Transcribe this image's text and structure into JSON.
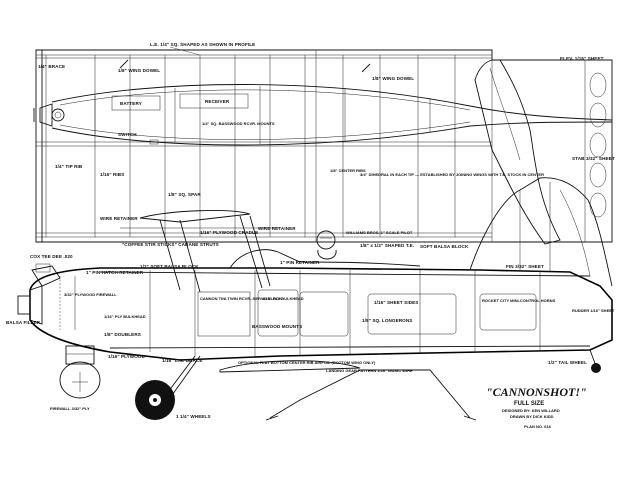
{
  "wing_labels": {
    "le": "L.E. 1/4\" SQ. SHAPED AS SHOWN IN PROFILE",
    "brace": "1/4\" BRACE",
    "wing_dowel_left": "1/8\" WING DOWEL",
    "battery": "BATTERY",
    "receiver": "RECEIVER",
    "balsa_mounts": "1/4\" SQ. BASSWOOD RCVR. MOUNTS",
    "switch": "SWITCH",
    "tip_rib": "1/4\" TIP RIB",
    "ribs": "1/16\" RIBS",
    "spar": "1/8\" SQ. SPAR",
    "center_ribs": "1/8\" CENTER RIBS",
    "dihedral": "3/4\" DIHEDRAL IN EACH TIP — ESTABLISHED BY JOINING WINGS WITH T.E. STOCK IN CENTER",
    "wing_dowel_right": "1/8\" WING DOWEL",
    "te": "1/8\" x 1/2\" SHAPED T.E.",
    "wire_retainer": "WIRE RETAINER",
    "elev": "ELEV. 1/16\" SHEET",
    "stab": "STAB 3/32\" SHEET"
  },
  "fuselage_labels": {
    "engine": "COX TEE DEE .020",
    "pin_hatch": "1\" PIN HATCH RETAINER",
    "coffee_stir": "\"COFFEE STIR STICKS\" CABANE STRUTS",
    "plywood_cradle": "1/16\" PLYWOOD CRADLE",
    "wire_retainer": "WIRE RETAINER",
    "pilot": "WILLIAMS BROS. 1\" SCALE PILOT",
    "soft_block_rear": "SOFT BALSA BLOCK",
    "soft_block_front": "1/2\" SOFT BALSA BLOCK",
    "pin_retainer": "1\" PIN RETAINER",
    "plywood_firewall": "3/32\" PLYWOOD FIREWALL",
    "ply_bulkhead": "1/16\" PLY BULKHEAD",
    "doublers": "1/8\" DOUBLERS",
    "balsa_filler": "BALSA FILLER",
    "plywood": "1/16\" PLYWOOD",
    "lg_brace": "1/16\" L.G. BRACE",
    "cannon": "CANNON TINI-TWIN RCVR.-SERVO BLOCK",
    "ply_bulkhead_mid": "1/16\" PLY BULKHEAD",
    "basswood_mounts": "BASSWOOD MOUNTS",
    "sheet_sides": "1/16\" SHEET SIDES",
    "longerons": "1/8\" SQ. LONGERONS",
    "rocket_city": "ROCKET CITY MINI-CONTROL HORNS",
    "fin": "FIN 3/32\" SHEET",
    "rudder": "RUDDER 1/16\" SHEET",
    "tail_wheel": "1/2\" TAIL WHEEL",
    "flat_bottom": "OPTIONAL FLAT BOTTOM CENTER RIB AIRFOIL (BOTTOM WING ONLY)",
    "landing_gear": "LANDING GEAR PATTERN 1/16\" MUSIC WIRE",
    "wheels": "1 1/4\" WHEELS",
    "firewall_view": "FIREWALL 3/32\" PLY"
  },
  "title_block": {
    "title": "\"CANNONSHOT!\"",
    "full_size": "FULL SIZE",
    "designed_by": "DESIGNED BY: KEN WILLARD",
    "drawn_by": "DRAWN BY DICK KIDD",
    "plan_no": "PLAN NO. 616"
  }
}
